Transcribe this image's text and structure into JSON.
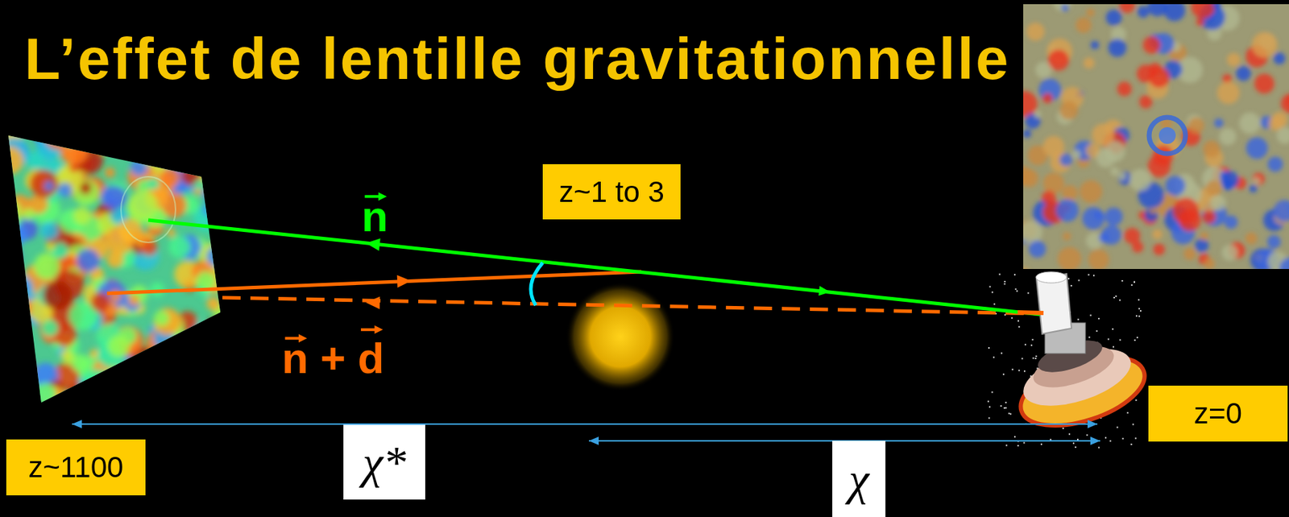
{
  "diagram": {
    "title": "L’effet de lentille gravitationnelle",
    "nodes": [
      {
        "text": [
          "z~1 to 3"
        ]
      },
      {
        "text": [
          "z=0"
        ]
      },
      {
        "text": [
          "χ*"
        ]
      },
      {
        "text": [
          "z~1100"
        ]
      },
      {
        "text": [
          "χ"
        ]
      }
    ],
    "labels": [
      "n",
      "n + d"
    ]
  }
}
